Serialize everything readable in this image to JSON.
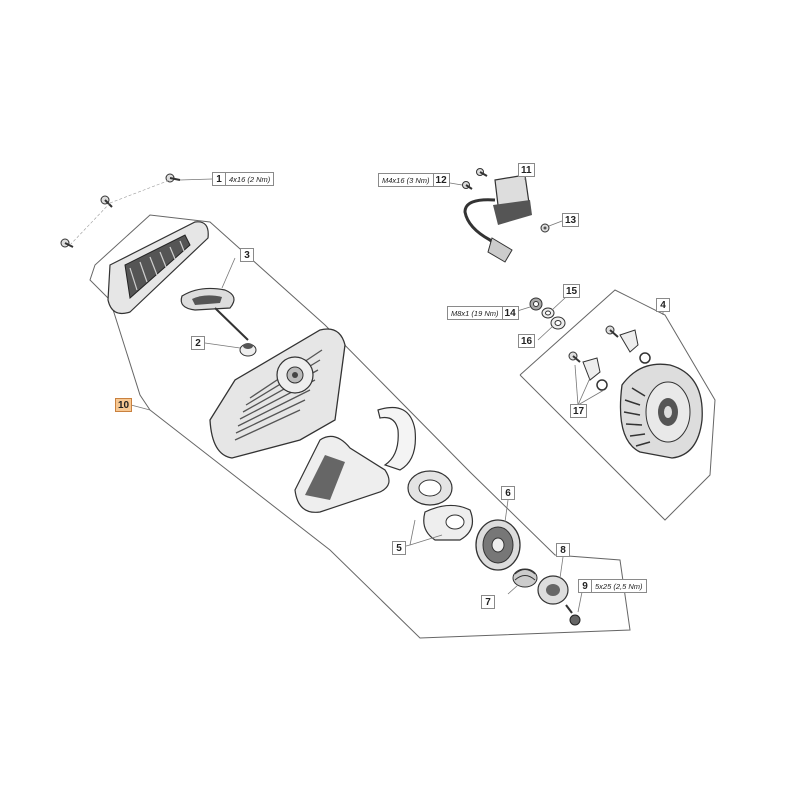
{
  "callouts": [
    {
      "id": "c1",
      "number": "1",
      "spec": "4x16 (2 Nm)"
    },
    {
      "id": "c2",
      "number": "2",
      "spec": ""
    },
    {
      "id": "c3",
      "number": "3",
      "spec": ""
    },
    {
      "id": "c4",
      "number": "4",
      "spec": ""
    },
    {
      "id": "c5",
      "number": "5",
      "spec": ""
    },
    {
      "id": "c6",
      "number": "6",
      "spec": ""
    },
    {
      "id": "c7",
      "number": "7",
      "spec": ""
    },
    {
      "id": "c8",
      "number": "8",
      "spec": ""
    },
    {
      "id": "c9",
      "number": "9",
      "spec": "5x25 (2,5 Nm)"
    },
    {
      "id": "c10",
      "number": "10",
      "spec": ""
    },
    {
      "id": "c11",
      "number": "11",
      "spec": ""
    },
    {
      "id": "c12",
      "number": "12",
      "spec": "M4x16 (3 Nm)"
    },
    {
      "id": "c13",
      "number": "13",
      "spec": ""
    },
    {
      "id": "c14",
      "number": "14",
      "spec": "M8x1 (19 Nm)"
    },
    {
      "id": "c15",
      "number": "15",
      "spec": ""
    },
    {
      "id": "c16",
      "number": "16",
      "spec": ""
    },
    {
      "id": "c17",
      "number": "17",
      "spec": ""
    }
  ],
  "colors": {
    "line": "#555555",
    "part_outline": "#333333",
    "part_fill": "#e8e8e8",
    "part_dark": "#444444",
    "highlight_fill": "#f7c893",
    "highlight_border": "#c9813f"
  }
}
